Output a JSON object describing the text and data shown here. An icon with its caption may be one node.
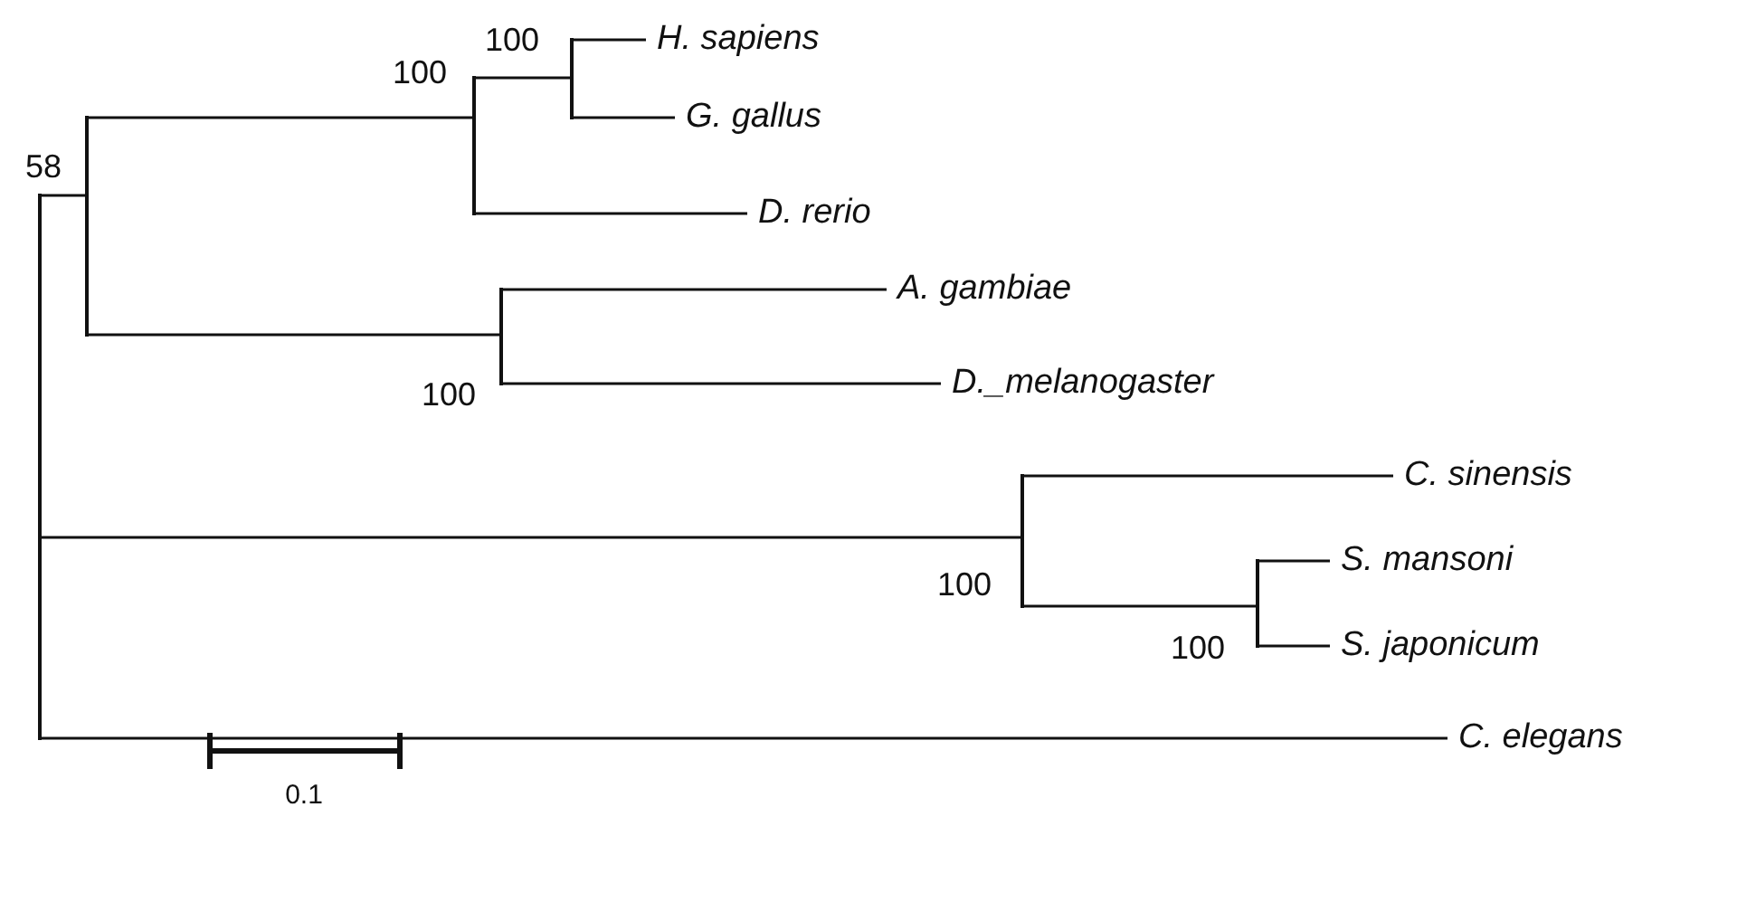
{
  "diagram": {
    "nodes": [
      {
        "text": [],
        "shape": "bar",
        "beside": [
          "58"
        ]
      },
      {
        "text": [],
        "shape": "bar"
      },
      {
        "text": [],
        "shape": "bar",
        "beside": [
          "100"
        ]
      },
      {
        "text": [],
        "shape": "bar",
        "beside": [
          "100"
        ]
      },
      {
        "text": [
          "H. sapiens"
        ]
      },
      {
        "text": [
          "G. gallus"
        ]
      },
      {
        "text": [
          "D. rerio"
        ]
      },
      {
        "text": [],
        "shape": "bar",
        "beside": [
          "100"
        ]
      },
      {
        "text": [
          "A. gambiae"
        ]
      },
      {
        "text": [
          "D._melanogaster"
        ]
      },
      {
        "text": [],
        "shape": "bar",
        "beside": [
          "100"
        ]
      },
      {
        "text": [
          "C. sinensis"
        ]
      },
      {
        "text": [],
        "shape": "bar",
        "beside": [
          "100"
        ]
      },
      {
        "text": [
          "S. mansoni"
        ]
      },
      {
        "text": [
          "S. japonicum"
        ]
      },
      {
        "text": [
          "C. elegans"
        ]
      }
    ],
    "edges": [
      {
        "from": 0,
        "to": 1,
        "arrow": "none"
      },
      {
        "from": 1,
        "to": 2,
        "arrow": "none"
      },
      {
        "from": 2,
        "to": 3,
        "arrow": "none"
      },
      {
        "from": 3,
        "to": 4,
        "arrow": "none"
      },
      {
        "from": 3,
        "to": 5,
        "arrow": "none"
      },
      {
        "from": 2,
        "to": 6,
        "arrow": "none"
      },
      {
        "from": 1,
        "to": 7,
        "arrow": "none"
      },
      {
        "from": 7,
        "to": 8,
        "arrow": "none"
      },
      {
        "from": 7,
        "to": 9,
        "arrow": "none"
      },
      {
        "from": 0,
        "to": 10,
        "arrow": "none"
      },
      {
        "from": 10,
        "to": 11,
        "arrow": "none"
      },
      {
        "from": 10,
        "to": 12,
        "arrow": "none"
      },
      {
        "from": 12,
        "to": 13,
        "arrow": "none"
      },
      {
        "from": 12,
        "to": 14,
        "arrow": "none"
      },
      {
        "from": 0,
        "to": 15,
        "arrow": "none"
      }
    ],
    "labels": [
      "0.1"
    ]
  }
}
